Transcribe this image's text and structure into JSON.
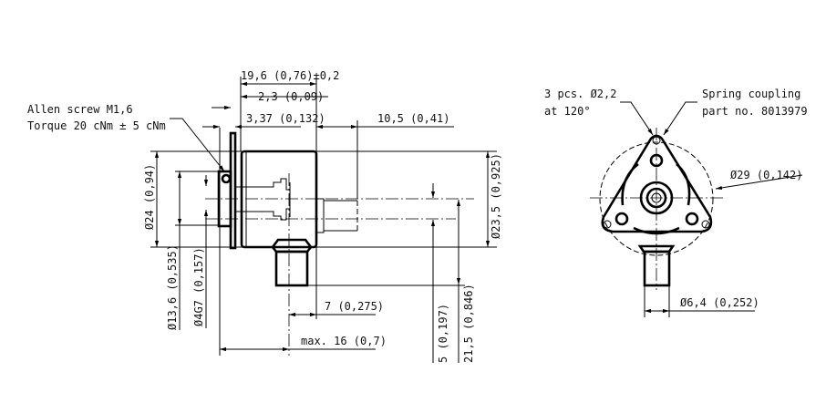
{
  "side_view": {
    "allen_screw_line1": "Allen screw M1,6",
    "allen_screw_line2": "Torque 20 cNm ± 5 cNm",
    "dim_total_length": "19,6 (0,76)±0,2",
    "dim_flange_offset": "2,3 (0,09)",
    "dim_housing_offset": "3,37 (0,132)",
    "dim_shaft_length": "10,5 (0,41)",
    "dim_diameter_24": "Ø24 (0,94)",
    "dim_diameter_23_5": "Ø23,5 (0,925)",
    "dim_diameter_13_6": "Ø13,6 (0,535)",
    "dim_bore_4g7": "Ø4G7 (0,157)",
    "dim_connector_7": "7 (0,275)",
    "dim_max_16": "max. 16 (0,7)",
    "dim_5": "5 (0,197)",
    "dim_21_5": "21,5 (0,846)"
  },
  "front_view": {
    "holes_line1": "3 pcs. Ø2,2",
    "holes_line2": "at 120°",
    "coupling_line1": "Spring coupling",
    "coupling_line2": "part no. 8013979",
    "dim_diameter_29": "Ø29 (0,142)",
    "dim_connector_6_4": "Ø6,4 (0,252)"
  }
}
